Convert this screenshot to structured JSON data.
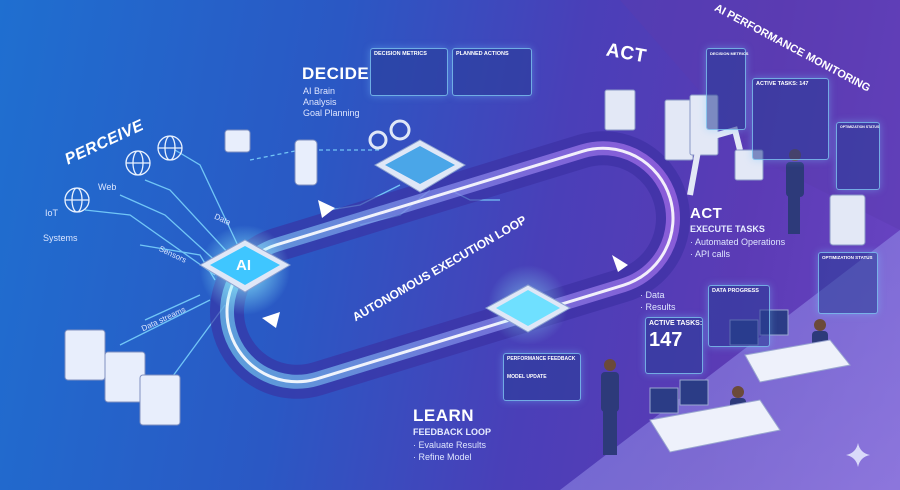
{
  "perceive": {
    "title": "PERCEIVE",
    "sources": [
      "Web",
      "IoT",
      "Systems"
    ],
    "labels": {
      "data": "Data",
      "sensors": "Sensors",
      "data_streams": "Data streams"
    }
  },
  "core_chip": {
    "label": "AI"
  },
  "decide": {
    "title": "DECIDE",
    "items": [
      "AI Brain",
      "Analysis",
      "Goal Planning"
    ],
    "panels": {
      "decision_metrics": "DECISION METRICS",
      "planned_actions": "PLANNED ACTIONS"
    }
  },
  "loop": {
    "title": "AUTONOMOUS EXECUTION LOOP"
  },
  "act_top": {
    "title": "ACT"
  },
  "act": {
    "title": "ACT",
    "subtitle": "EXECUTE TASKS",
    "items": [
      "Automated Operations",
      "API calls"
    ]
  },
  "monitoring": {
    "title": "AI PERFORMANCE MONITORING",
    "panels": {
      "decision_metrics": "DECISION METRICS",
      "active_tasks": "ACTIVE TASKS: 147",
      "optimization_status": "OPTIMIZATION STATUS"
    }
  },
  "outputs": {
    "items": [
      "Data",
      "Results"
    ]
  },
  "control_room": {
    "active_tasks_label": "ACTIVE TASKS:",
    "active_tasks_value": "147",
    "data_progress": "DATA PROGRESS",
    "optimization_status": "OPTIMIZATION STATUS"
  },
  "learn": {
    "title": "LEARN",
    "subtitle": "FEEDBACK LOOP",
    "items": [
      "Evaluate Results",
      "Refine Model"
    ],
    "panels": {
      "performance_feedback": "PERFORMANCE FEEDBACK",
      "model_update": "MODEL UPDATE"
    }
  },
  "colors": {
    "accent": "#5fe3ff",
    "loop_glow": "#b27bff",
    "bg_left": "#1f6fd0",
    "bg_right": "#6a45c4"
  }
}
